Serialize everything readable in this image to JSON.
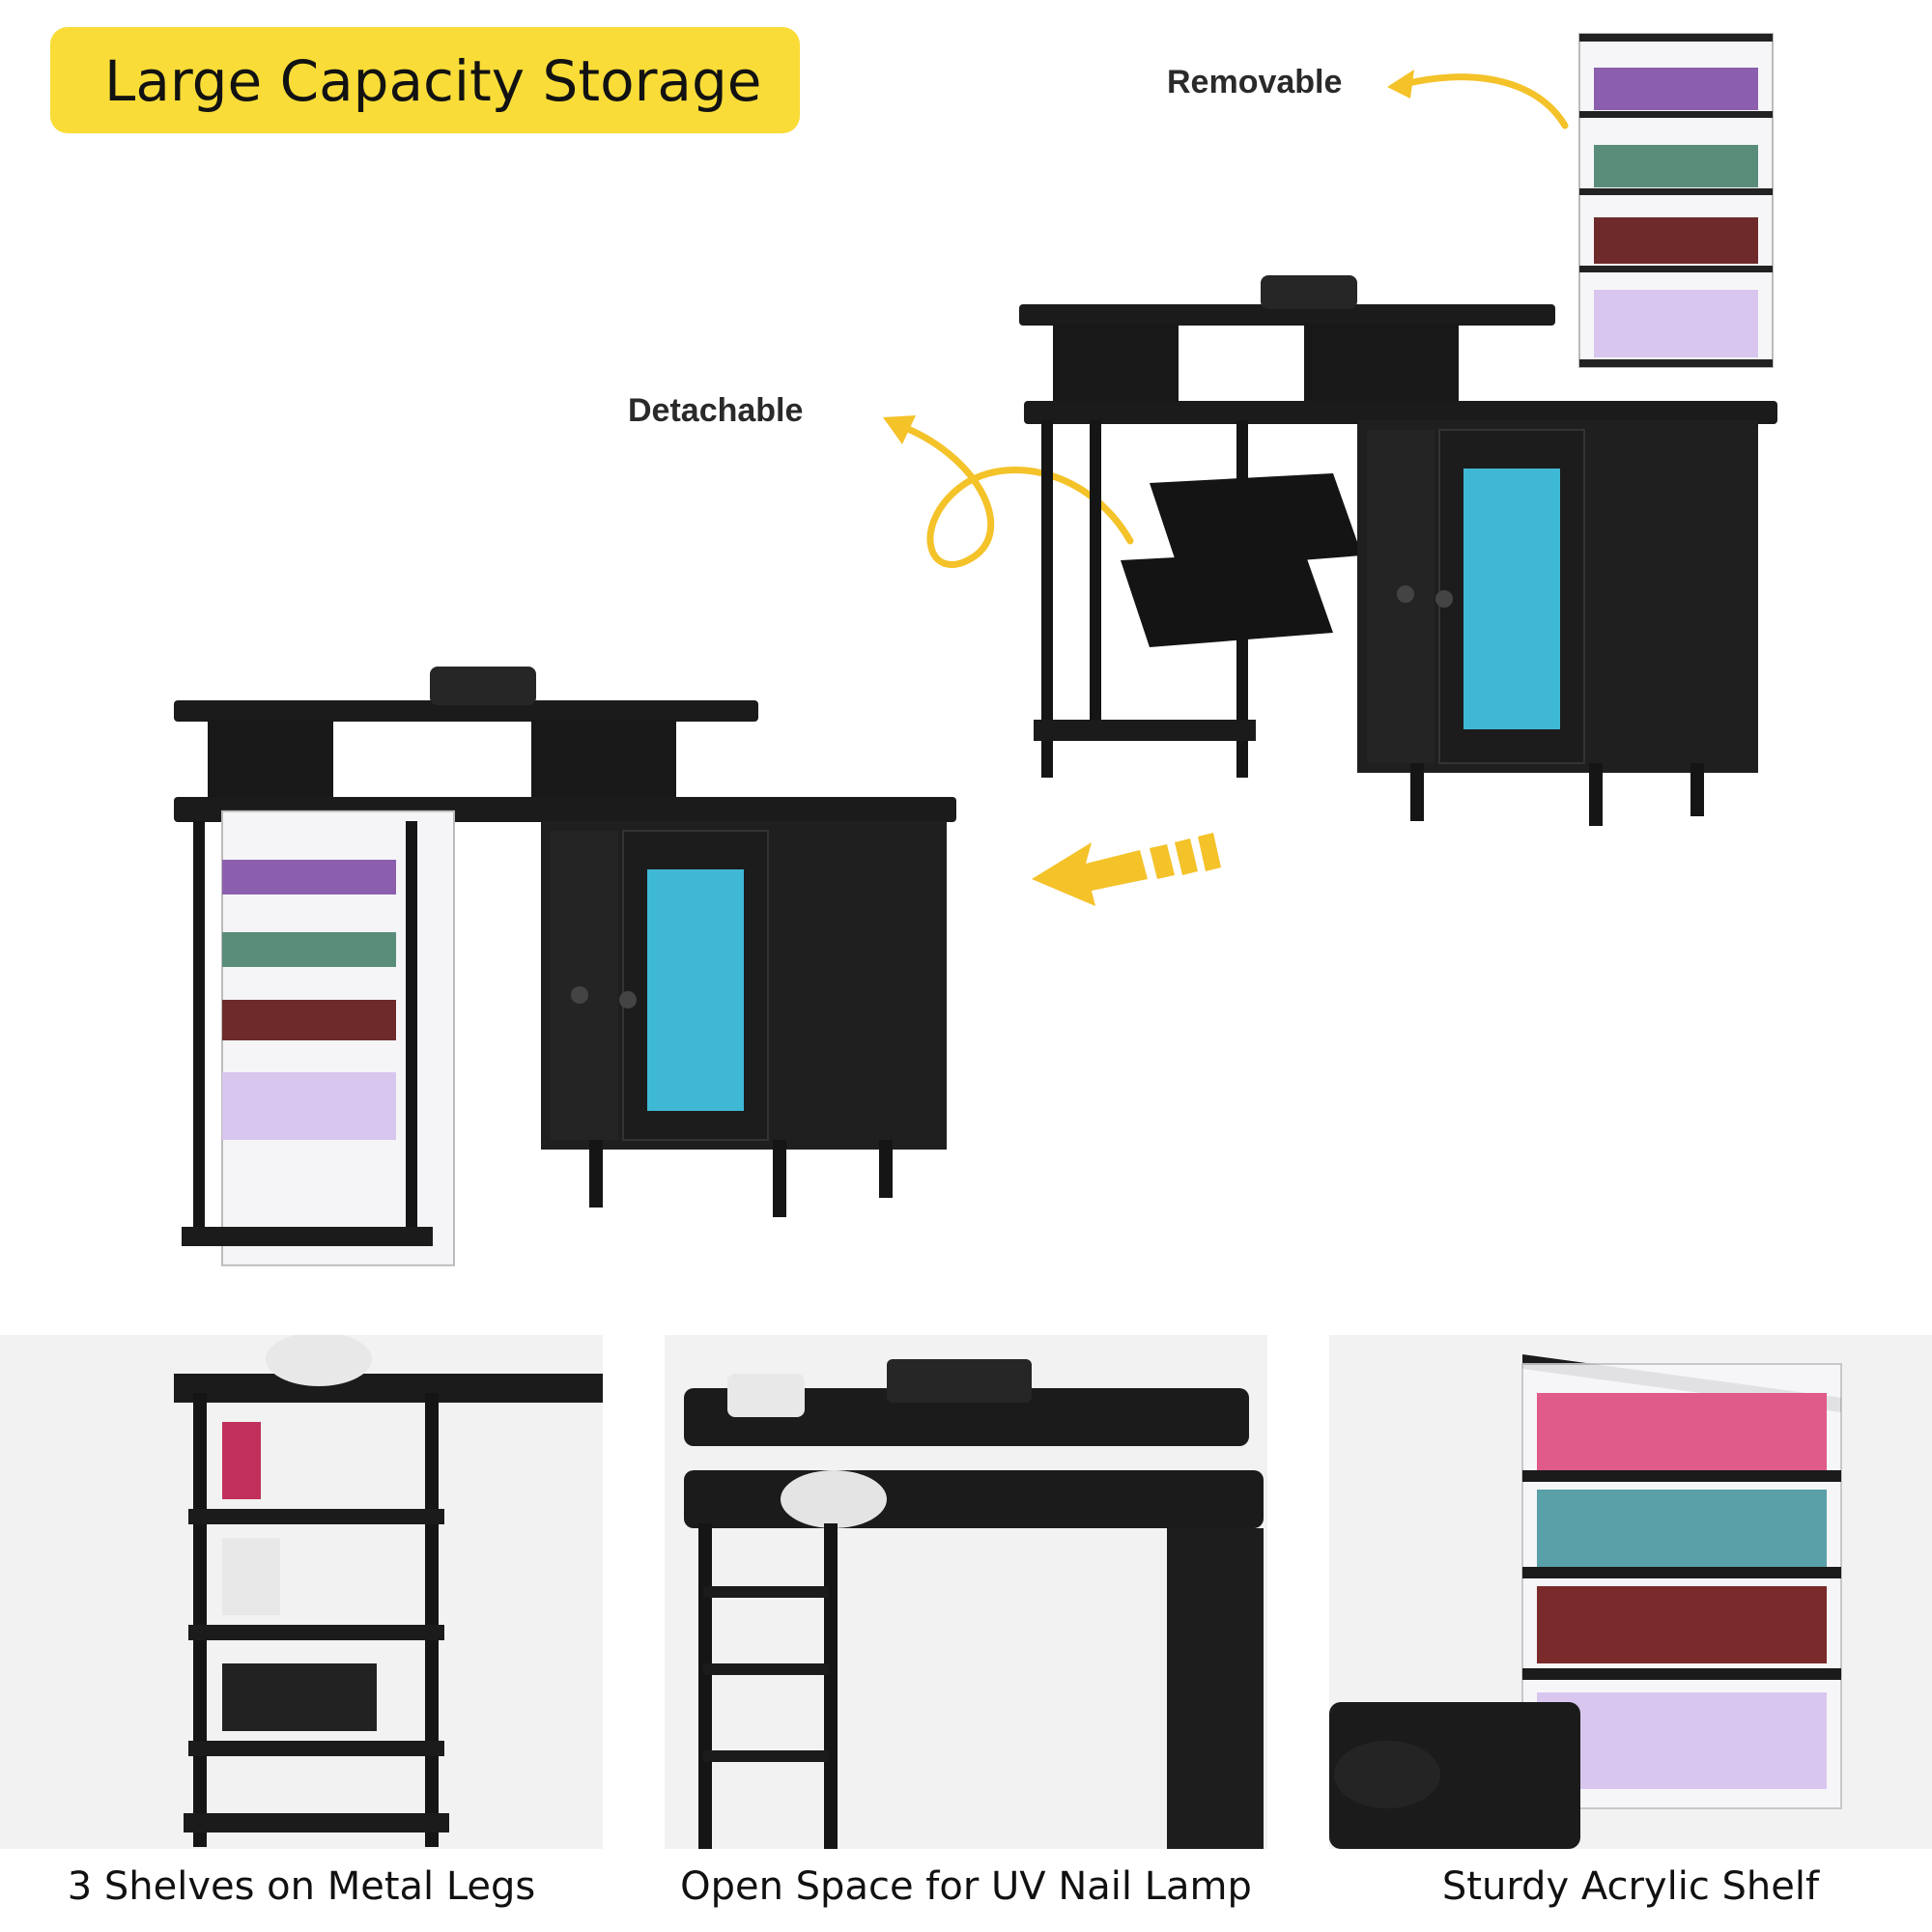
{
  "title": "Large Capacity Storage",
  "callouts": {
    "removable": "Removable",
    "detachable": "Detachable"
  },
  "panels": [
    {
      "caption": "3 Shelves on Metal Legs"
    },
    {
      "caption": "Open Space for UV Nail Lamp"
    },
    {
      "caption": "Sturdy Acrylic Shelf"
    }
  ],
  "colors": {
    "accent_yellow": "#f9dc37",
    "arrow_yellow": "#f4c229",
    "furniture_black": "#1b1b1b",
    "cabinet_glow": "#3fb8d6",
    "panel_bg": "#f2f2f2"
  }
}
